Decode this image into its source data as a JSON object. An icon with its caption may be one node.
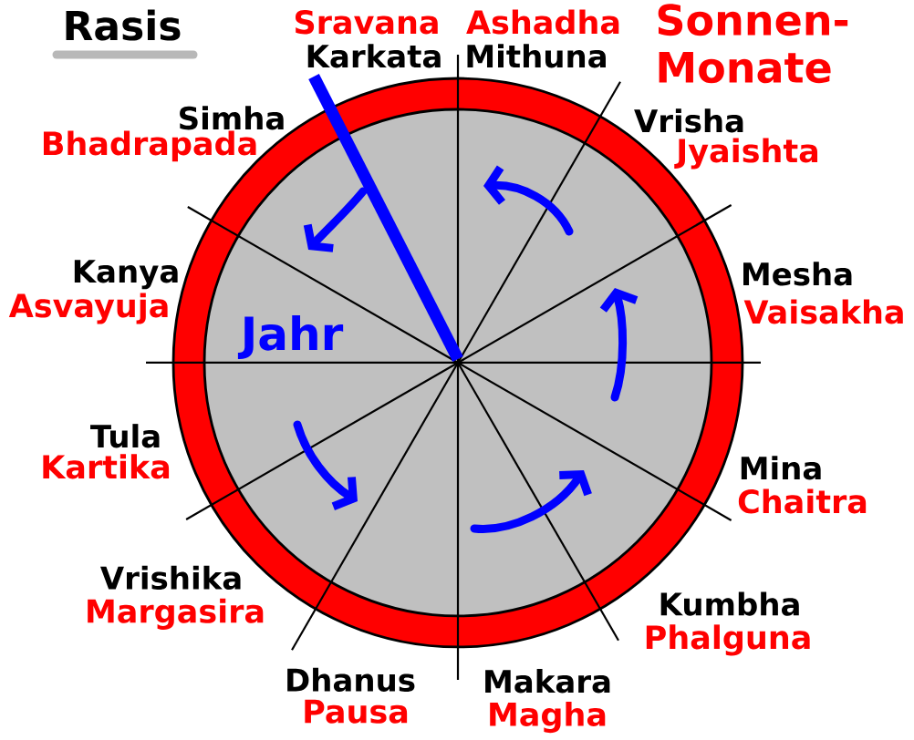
{
  "diagram": {
    "labels": [
      "Rasis",
      "Sravana",
      "Ashadha",
      "Sonnen- Monate",
      "Karkata",
      "Mithuna",
      "Simha",
      "Vrisha",
      "Bhadrapada",
      "Jyaishta",
      "Kanya",
      "Mesha",
      "Asvayuja",
      "Vaisakha",
      "Jahr",
      "Tula",
      "Kartika",
      "Mina",
      "Chaitra",
      "Vrishika",
      "Margasira",
      "Kumbha",
      "Phalguna",
      "Dhanus",
      "Makara",
      "Pausa",
      "Magha"
    ]
  }
}
